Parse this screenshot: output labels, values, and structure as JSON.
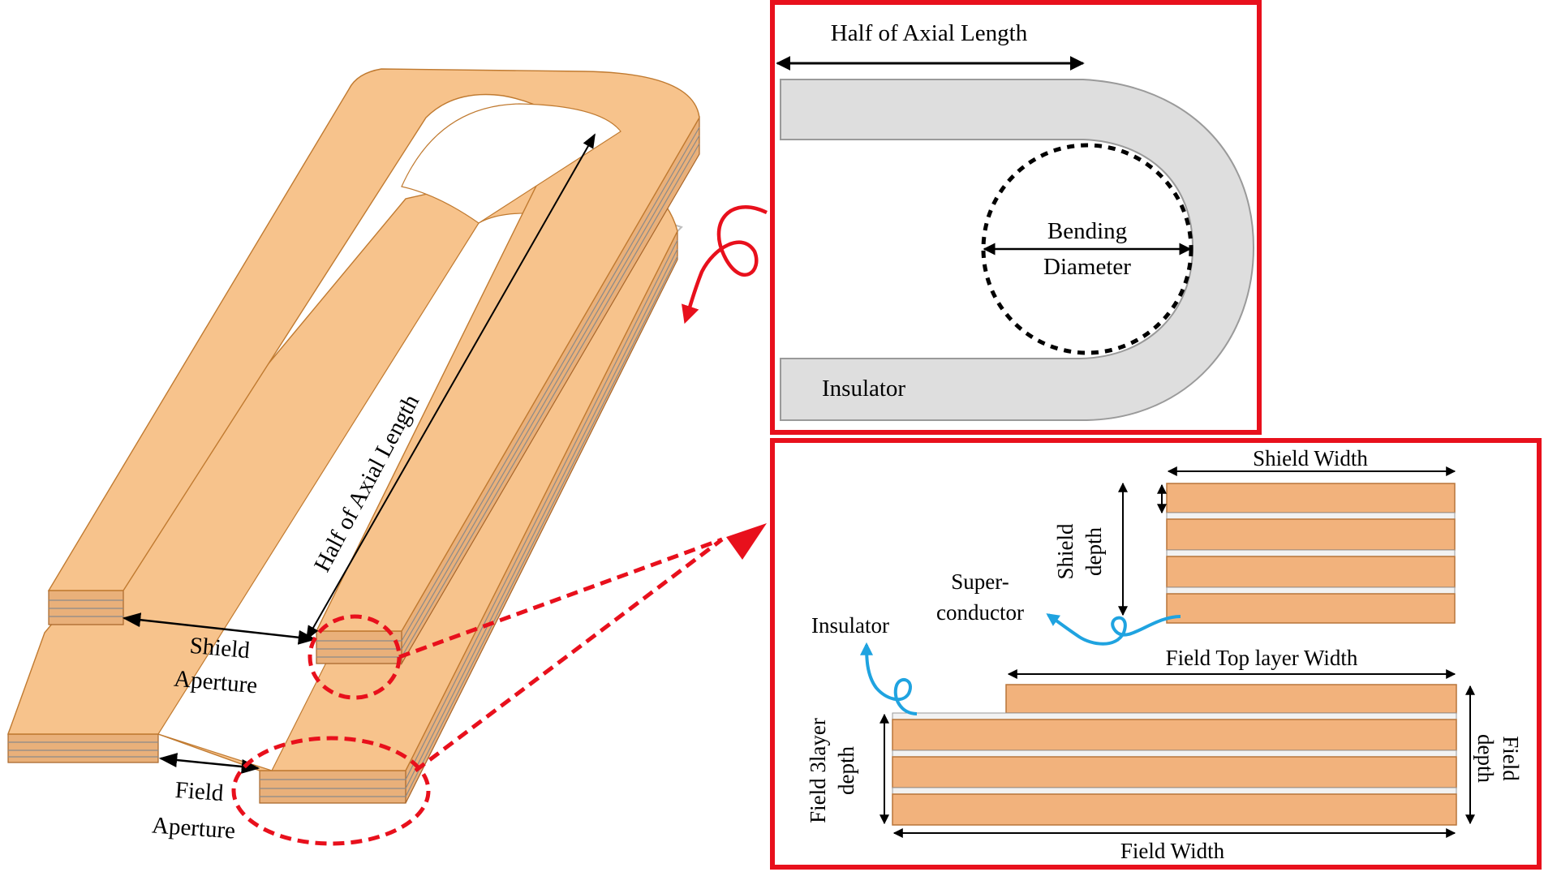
{
  "left_view": {
    "axial_label": "Half of Axial Length",
    "shield_aperture": [
      "Shield",
      "Aperture"
    ],
    "field_aperture": [
      "Field",
      "Aperture"
    ]
  },
  "top_panel": {
    "axial_label": "Half of Axial Length",
    "bending_label": [
      "Bending",
      "Diameter"
    ],
    "insulator_label": "Insulator"
  },
  "bottom_panel": {
    "shield_width": "Shield Width",
    "shield_depth": [
      "Shield",
      "depth"
    ],
    "superconductor": [
      "Super-",
      "conductor"
    ],
    "insulator": "Insulator",
    "field_top_width": "Field Top layer Width",
    "field_3layer_depth": [
      "Field 3layer",
      "depth"
    ],
    "field_depth": [
      "Field",
      "depth"
    ],
    "field_width": "Field Width"
  },
  "colors": {
    "tape": "#f7c38c",
    "tape_dark": "#e7a35e",
    "tape_edge": "#c07a30",
    "panel_border": "#e8101c",
    "annotation_red": "#e8101c",
    "curl_blue": "#1fa3e0",
    "insulator_fill": "#dedede"
  }
}
